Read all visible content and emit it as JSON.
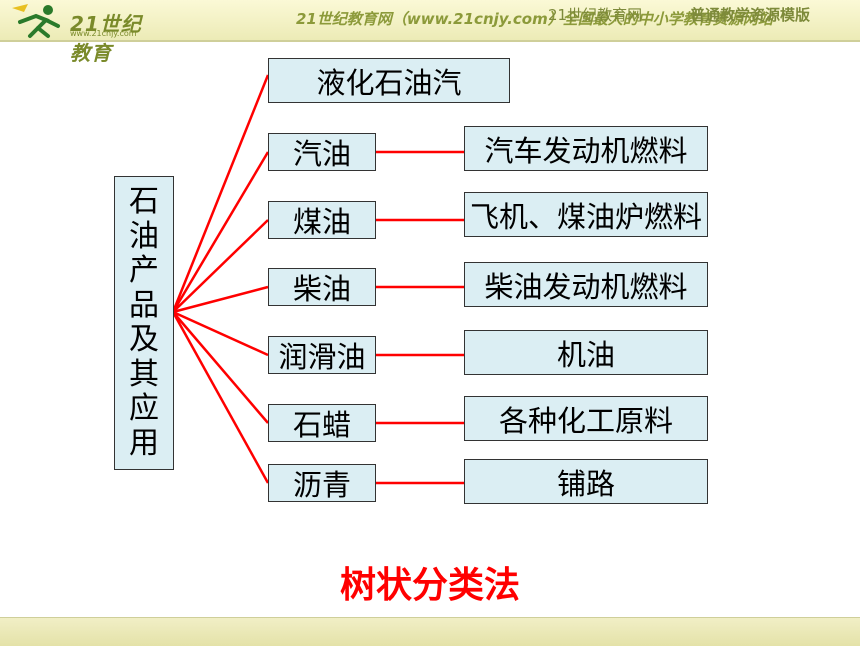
{
  "header": {
    "logo_text": "21世纪教育",
    "logo_url": "www.21cnjy.com",
    "slogan": "21世纪教育网（www.21cnjy.com）全国最大的中小学教育资源网站"
  },
  "diagram": {
    "root_label": [
      "石",
      "油",
      "产",
      "品",
      "及",
      "其",
      "应",
      "用"
    ],
    "categories": [
      "液化石油汽",
      "汽油",
      "煤油",
      "柴油",
      "润滑油",
      "石蜡",
      "沥青"
    ],
    "applications": [
      "",
      "汽车发动机燃料",
      "飞机、煤油炉燃料",
      "柴油发动机燃料",
      "机油",
      "各种化工原料",
      "铺路"
    ],
    "caption": "树状分类法",
    "line_color": "#ff0000",
    "box_fill": "#dbeef3"
  },
  "footer": {
    "site": "21世纪教育网",
    "template": "普通教学资源模版"
  }
}
